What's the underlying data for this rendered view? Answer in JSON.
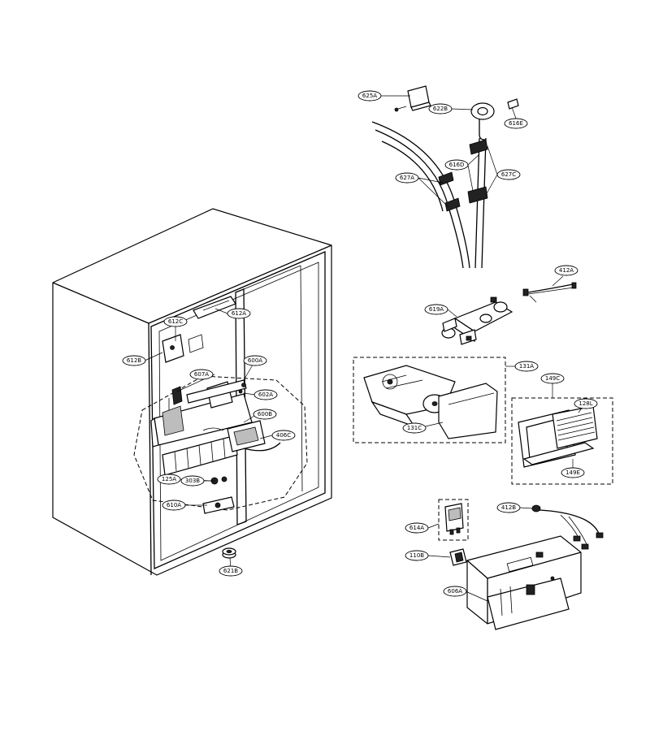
{
  "callouts": {
    "c625A": "625A",
    "c622B": "622B",
    "c616E": "616E",
    "c616D": "616D",
    "c627A": "627A",
    "c627C": "627C",
    "c412A": "412A",
    "c619A": "619A",
    "c131A": "131A",
    "c131C": "131C",
    "c149C": "149C",
    "c128L": "128L",
    "c149E": "149E",
    "c612A": "612A",
    "c612C": "612C",
    "c612B": "612B",
    "c600A": "600A",
    "c607A": "607A",
    "c602A": "602A",
    "c600B": "600B",
    "c406C": "406C",
    "c125A": "125A",
    "c303B": "303B",
    "c610A": "610A",
    "c621B": "621B",
    "c412B": "412B",
    "c614A": "614A",
    "c110B": "110B",
    "c606A": "606A"
  }
}
